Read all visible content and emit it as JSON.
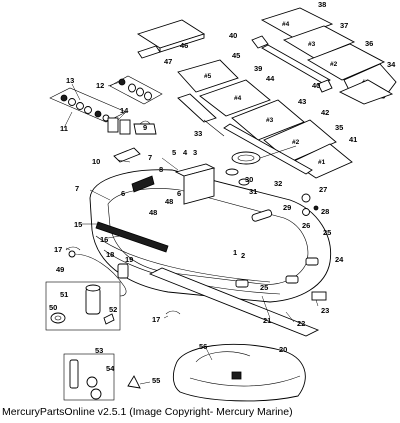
{
  "caption": "MercuryPartsOnline v2.5.1 (Image Copyright- Mercury Marine)",
  "floor_labels": {
    "p38": "#4",
    "p37": "#3",
    "p36": "#2",
    "p34": "#1",
    "p45": "#5",
    "p44": "#4",
    "p43": "#3",
    "p42": "#2",
    "p41": "#1"
  },
  "callouts": {
    "c1": "1",
    "c2": "2",
    "c3": "3",
    "c4": "4",
    "c5": "5",
    "c6": "6",
    "c6b": "6",
    "c7": "7",
    "c7b": "7",
    "c8": "8",
    "c9": "9",
    "c10": "10",
    "c11": "11",
    "c12": "12",
    "c13": "13",
    "c14": "14",
    "c15": "15",
    "c16": "16",
    "c17": "17",
    "c17b": "17",
    "c18": "18",
    "c19": "19",
    "c20": "20",
    "c21": "21",
    "c22": "22",
    "c23": "23",
    "c24": "24",
    "c25": "25",
    "c25b": "25",
    "c26": "26",
    "c27": "27",
    "c28": "28",
    "c29": "29",
    "c30": "30",
    "c31": "31",
    "c32": "32",
    "c33": "33",
    "c34": "34",
    "c35": "35",
    "c36": "36",
    "c37": "37",
    "c38": "38",
    "c39": "39",
    "c40": "40",
    "c40b": "40",
    "c41": "41",
    "c42": "42",
    "c43": "43",
    "c44": "44",
    "c45": "45",
    "c46": "46",
    "c47": "47",
    "c48": "48",
    "c48b": "48",
    "c49": "49",
    "c50": "50",
    "c51": "51",
    "c52": "52",
    "c53": "53",
    "c54": "54",
    "c55": "55",
    "c56": "56"
  }
}
